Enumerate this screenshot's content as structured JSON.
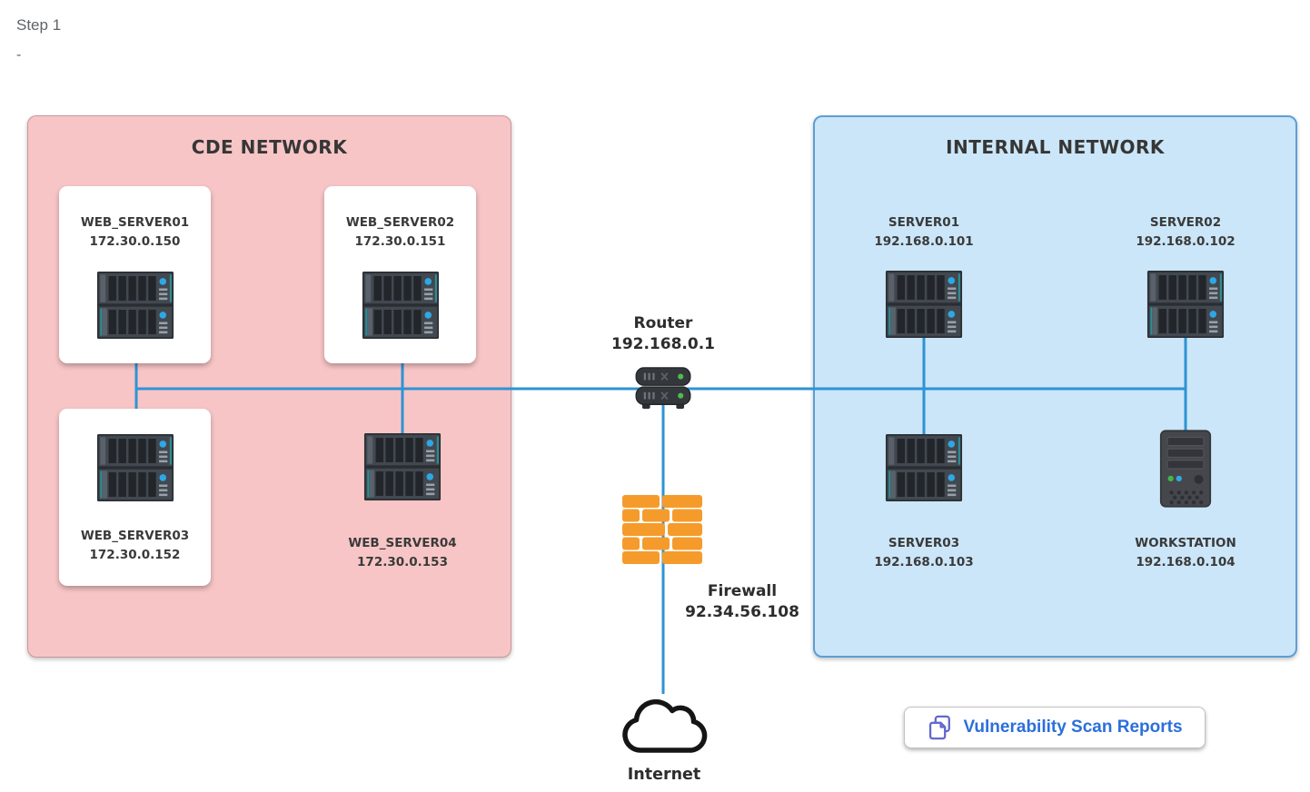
{
  "header": {
    "step_label": "Step 1",
    "subtitle": "-"
  },
  "diagram": {
    "cde_network": {
      "title": "CDE NETWORK",
      "nodes": [
        {
          "name": "WEB_SERVER01",
          "ip": "172.30.0.150",
          "icon": "rack-server-icon"
        },
        {
          "name": "WEB_SERVER02",
          "ip": "172.30.0.151",
          "icon": "rack-server-icon"
        },
        {
          "name": "WEB_SERVER03",
          "ip": "172.30.0.152",
          "icon": "rack-server-icon"
        },
        {
          "name": "WEB_SERVER04",
          "ip": "172.30.0.153",
          "icon": "rack-server-icon"
        }
      ]
    },
    "internal_network": {
      "title": "INTERNAL NETWORK",
      "nodes": [
        {
          "name": "SERVER01",
          "ip": "192.168.0.101",
          "icon": "rack-server-icon"
        },
        {
          "name": "SERVER02",
          "ip": "192.168.0.102",
          "icon": "rack-server-icon"
        },
        {
          "name": "SERVER03",
          "ip": "192.168.0.103",
          "icon": "rack-server-icon"
        },
        {
          "name": "WORKSTATION",
          "ip": "192.168.0.104",
          "icon": "tower-pc-icon"
        }
      ]
    },
    "router": {
      "name": "Router",
      "ip": "192.168.0.1",
      "icon": "router-icon"
    },
    "firewall": {
      "name": "Firewall",
      "ip": "92.34.56.108",
      "icon": "firewall-brick-icon"
    },
    "internet": {
      "name": "Internet",
      "icon": "cloud-icon"
    },
    "colors": {
      "connection_line": "#2E93D5",
      "cde_fill": "#F7C5C6",
      "internal_fill": "#CBE6F8",
      "internal_border": "#5C9FD6",
      "firewall_brick": "#F59B2B",
      "server_body": "#3E444B",
      "led_blue": "#2FA7E4",
      "led_green": "#4CB74F",
      "button_text": "#2B6FDB",
      "button_icon": "#6468CD"
    }
  },
  "footer": {
    "vulnerability_button": {
      "label": "Vulnerability Scan Reports",
      "icon": "copy-documents-icon"
    }
  }
}
